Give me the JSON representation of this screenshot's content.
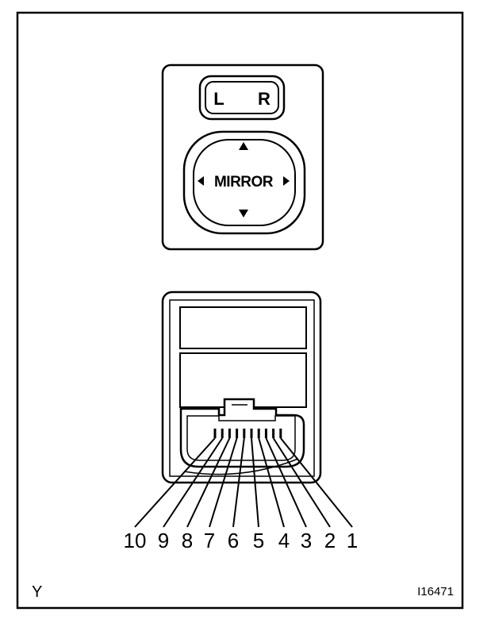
{
  "switch": {
    "left_label": "L",
    "right_label": "R",
    "mirror_label": "MIRROR",
    "icons": [
      "arrow-up-icon",
      "arrow-down-icon",
      "arrow-left-icon",
      "arrow-right-icon"
    ]
  },
  "connector": {
    "pins": [
      "10",
      "9",
      "8",
      "7",
      "6",
      "5",
      "4",
      "3",
      "2",
      "1"
    ]
  },
  "corner_label": "Y",
  "figure_code": "I16471"
}
